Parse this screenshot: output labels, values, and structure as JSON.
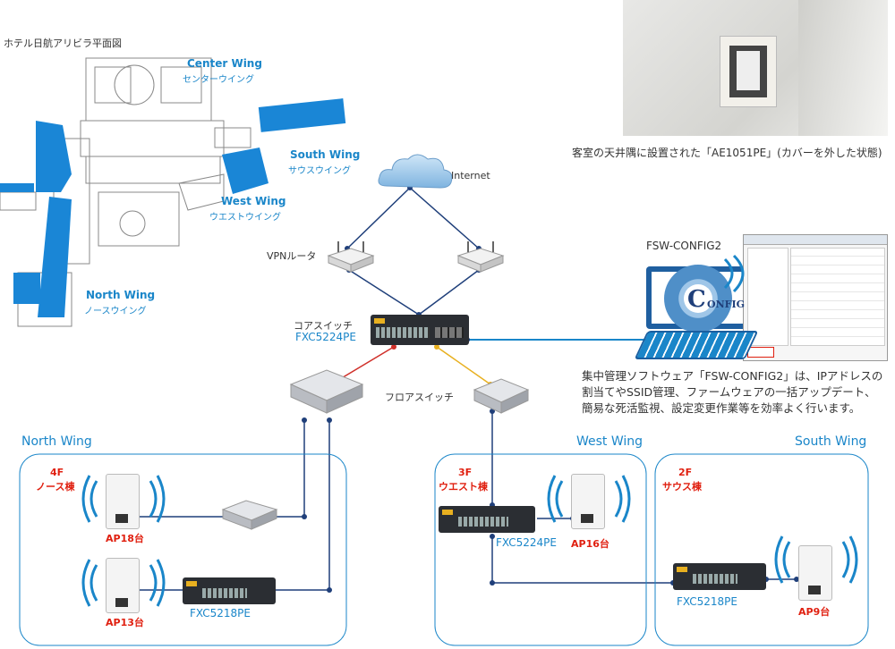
{
  "floorplan": {
    "title": "ホテル日航アリビラ平面図",
    "wings": [
      {
        "en": "Center Wing",
        "jp": "センターウイング"
      },
      {
        "en": "South Wing",
        "jp": "サウスウイング"
      },
      {
        "en": "West Wing",
        "jp": "ウエストウイング"
      },
      {
        "en": "North Wing",
        "jp": "ノースウイング"
      }
    ]
  },
  "photo": {
    "caption": "客室の天井隅に設置された「AE1051PE」(カバーを外した状態)"
  },
  "network": {
    "internet": "Internet",
    "vpn": "VPNルータ",
    "core_label": "コアスイッチ",
    "core_model": "FXC5224PE",
    "floor_switch": "フロアスイッチ"
  },
  "software": {
    "title": "FSW-CONFIG2",
    "logo_c": "C",
    "logo_rest": "ONFIG",
    "description_lines": [
      "集中管理ソフトウェア「FSW-CONFIG2」は、IPアドレスの",
      "割当てやSSID管理、ファームウェアの一括アップデート、",
      "簡易な死活監視、設定変更作業等を効率よく行います。"
    ]
  },
  "groups": {
    "north": {
      "title": "North Wing",
      "floor": "4F",
      "floor_name": "ノース棟",
      "ap1": "AP18台",
      "ap2": "AP13台",
      "switch": "FXC5218PE"
    },
    "west": {
      "title": "West Wing",
      "floor": "3F",
      "floor_name": "ウエスト棟",
      "ap": "AP16台",
      "switch": "FXC5224PE"
    },
    "south": {
      "title": "South Wing",
      "floor": "2F",
      "floor_name": "サウス棟",
      "ap": "AP9台",
      "switch": "FXC5218PE"
    }
  },
  "colors": {
    "accent": "#1a86c9",
    "red_line": "#d0302a",
    "yellow_line": "#e8b020",
    "navy_line": "#1f3f7a",
    "wing_fill": "#1a86d6"
  }
}
